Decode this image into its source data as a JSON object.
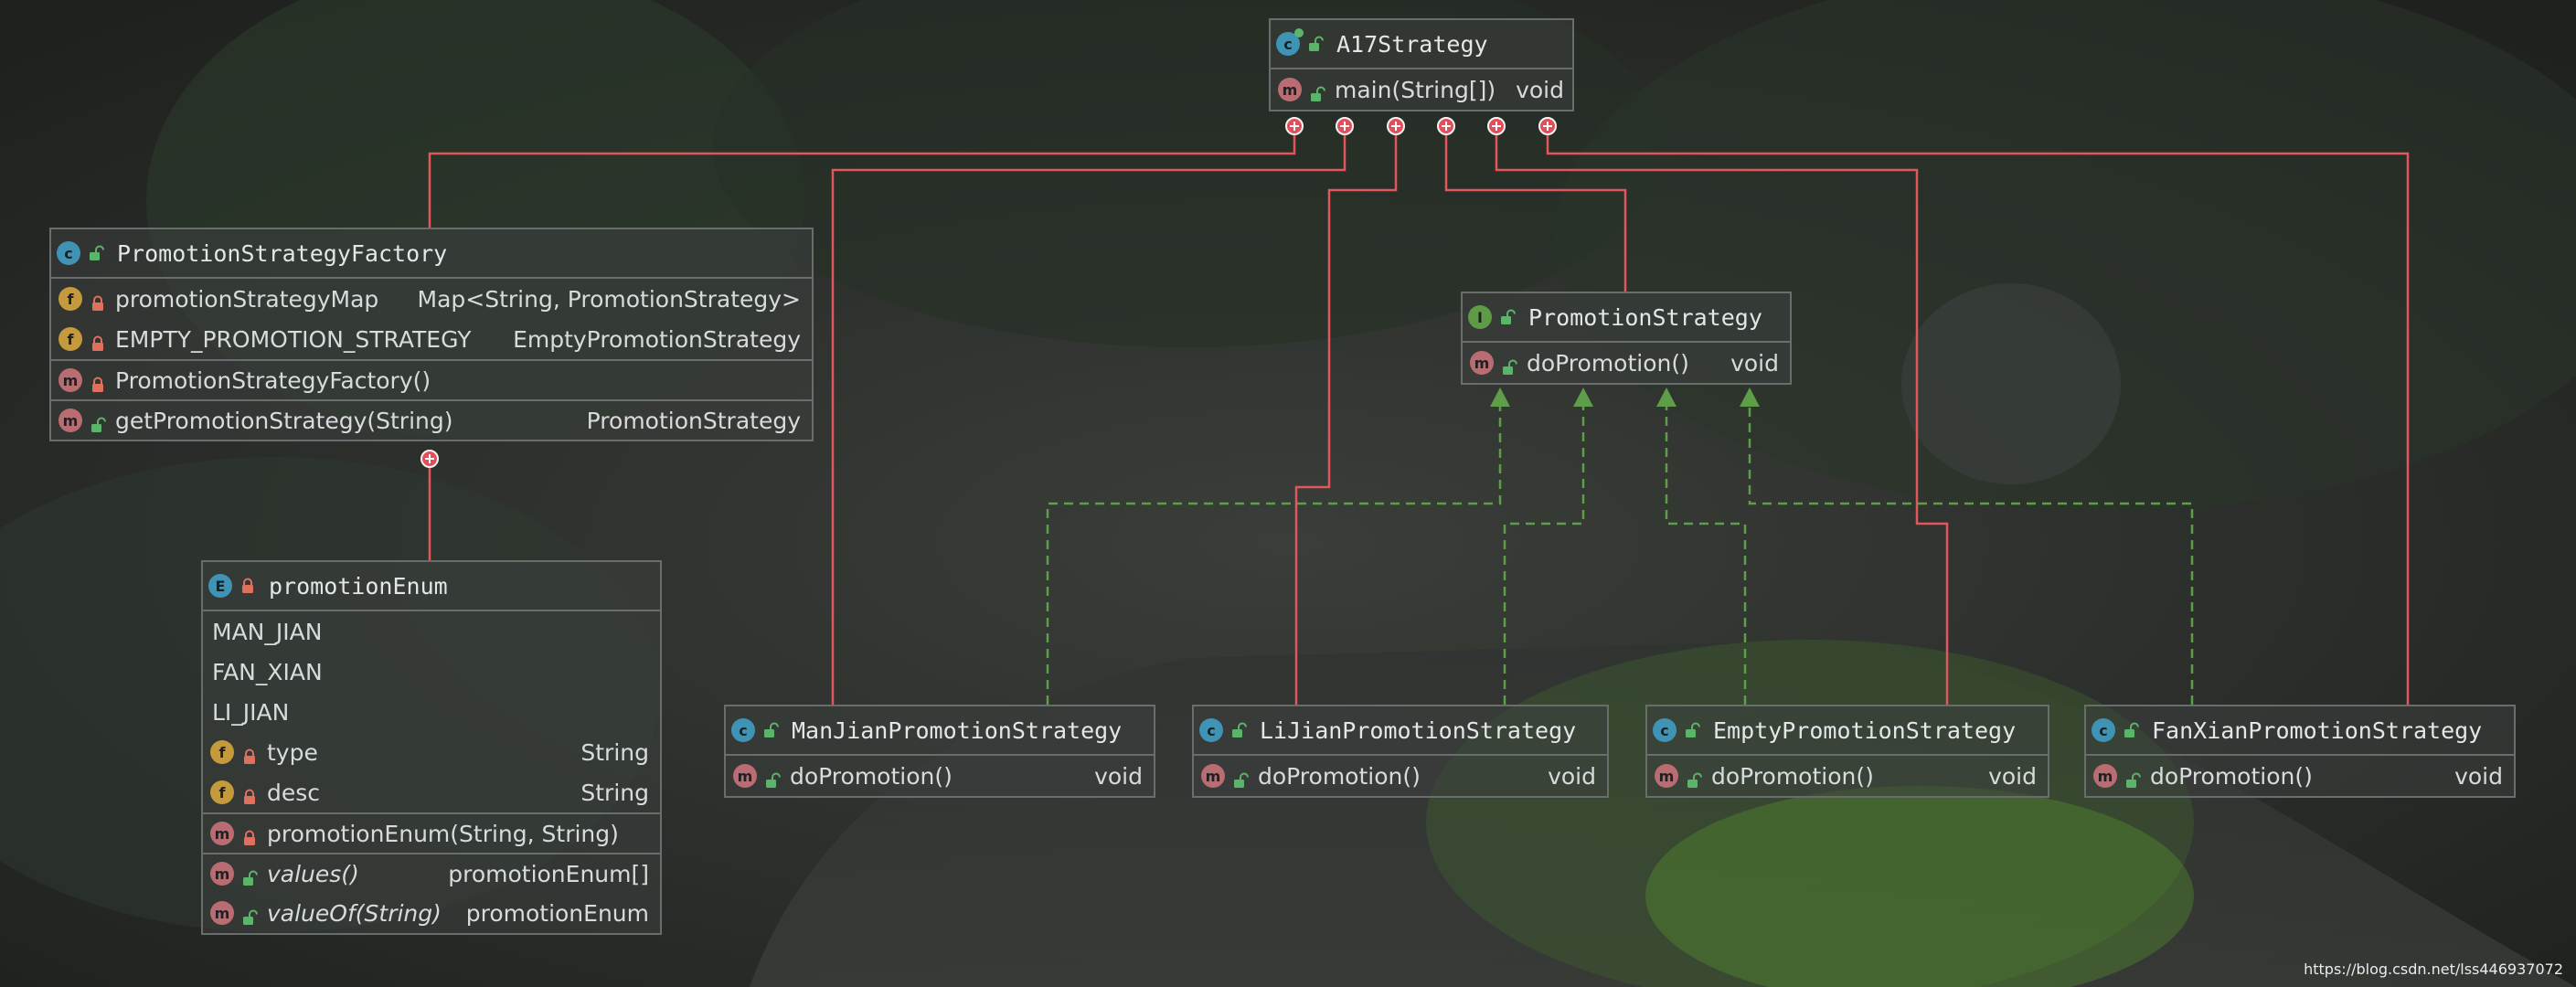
{
  "diagram": {
    "classes": [
      {
        "id": "a17",
        "kind": "class",
        "name": "A17Strategy",
        "groups": [
          [
            {
              "kind": "method",
              "vis": "public",
              "name": "main(String[])",
              "type": "void"
            }
          ]
        ]
      },
      {
        "id": "factory",
        "kind": "class",
        "name": "PromotionStrategyFactory",
        "groups": [
          [
            {
              "kind": "field",
              "vis": "private",
              "name": "promotionStrategyMap",
              "type": "Map<String, PromotionStrategy>"
            },
            {
              "kind": "field",
              "vis": "private",
              "name": "EMPTY_PROMOTION_STRATEGY",
              "type": "EmptyPromotionStrategy"
            }
          ],
          [
            {
              "kind": "method",
              "vis": "private",
              "name": "PromotionStrategyFactory()",
              "type": ""
            }
          ],
          [
            {
              "kind": "method",
              "vis": "public",
              "name": "getPromotionStrategy(String)",
              "type": "PromotionStrategy"
            }
          ]
        ]
      },
      {
        "id": "penum",
        "kind": "enum",
        "name": "promotionEnum",
        "groups": [
          [
            {
              "kind": "constant",
              "vis": "",
              "name": "MAN_JIAN",
              "type": ""
            },
            {
              "kind": "constant",
              "vis": "",
              "name": "FAN_XIAN",
              "type": ""
            },
            {
              "kind": "constant",
              "vis": "",
              "name": "LI_JIAN",
              "type": ""
            },
            {
              "kind": "field",
              "vis": "private",
              "name": "type",
              "type": "String"
            },
            {
              "kind": "field",
              "vis": "private",
              "name": "desc",
              "type": "String"
            }
          ],
          [
            {
              "kind": "method",
              "vis": "private",
              "name": "promotionEnum(String, String)",
              "type": ""
            }
          ],
          [
            {
              "kind": "method",
              "vis": "public",
              "name": "values()",
              "type": "promotionEnum[]",
              "italic": true
            },
            {
              "kind": "method",
              "vis": "public",
              "name": "valueOf(String)",
              "type": "promotionEnum",
              "italic": true
            }
          ]
        ]
      },
      {
        "id": "pstrat",
        "kind": "interface",
        "name": "PromotionStrategy",
        "groups": [
          [
            {
              "kind": "method",
              "vis": "public",
              "name": "doPromotion()",
              "type": "void"
            }
          ]
        ]
      },
      {
        "id": "manjian",
        "kind": "class",
        "name": "ManJianPromotionStrategy",
        "groups": [
          [
            {
              "kind": "method",
              "vis": "public",
              "name": "doPromotion()",
              "type": "void"
            }
          ]
        ]
      },
      {
        "id": "lijian",
        "kind": "class",
        "name": "LiJianPromotionStrategy",
        "groups": [
          [
            {
              "kind": "method",
              "vis": "public",
              "name": "doPromotion()",
              "type": "void"
            }
          ]
        ]
      },
      {
        "id": "empty",
        "kind": "class",
        "name": "EmptyPromotionStrategy",
        "groups": [
          [
            {
              "kind": "method",
              "vis": "public",
              "name": "doPromotion()",
              "type": "void"
            }
          ]
        ]
      },
      {
        "id": "fanxian",
        "kind": "class",
        "name": "FanXianPromotionStrategy",
        "groups": [
          [
            {
              "kind": "method",
              "vis": "public",
              "name": "doPromotion()",
              "type": "void"
            }
          ]
        ]
      }
    ],
    "relations": [
      {
        "from": "a17",
        "to": "factory",
        "type": "inner"
      },
      {
        "from": "a17",
        "to": "manjian",
        "type": "inner"
      },
      {
        "from": "a17",
        "to": "lijian",
        "type": "inner"
      },
      {
        "from": "a17",
        "to": "pstrat",
        "type": "inner"
      },
      {
        "from": "a17",
        "to": "empty",
        "type": "inner"
      },
      {
        "from": "a17",
        "to": "fanxian",
        "type": "inner"
      },
      {
        "from": "factory",
        "to": "penum",
        "type": "inner"
      },
      {
        "from": "manjian",
        "to": "pstrat",
        "type": "implements"
      },
      {
        "from": "lijian",
        "to": "pstrat",
        "type": "implements"
      },
      {
        "from": "empty",
        "to": "pstrat",
        "type": "implements"
      },
      {
        "from": "fanxian",
        "to": "pstrat",
        "type": "implements"
      }
    ]
  },
  "colors": {
    "inner_line": "#e0575e",
    "implements_line": "#5e9e48",
    "box_border": "#6a6d6e"
  },
  "icons": {
    "class": "class-c-icon",
    "interface": "interface-i-icon",
    "enum": "enum-e-icon",
    "method": "method-m-icon",
    "field": "field-f-icon",
    "public": "unlocked-icon",
    "private": "lock-icon"
  },
  "watermark": "https://blog.csdn.net/lss446937072"
}
